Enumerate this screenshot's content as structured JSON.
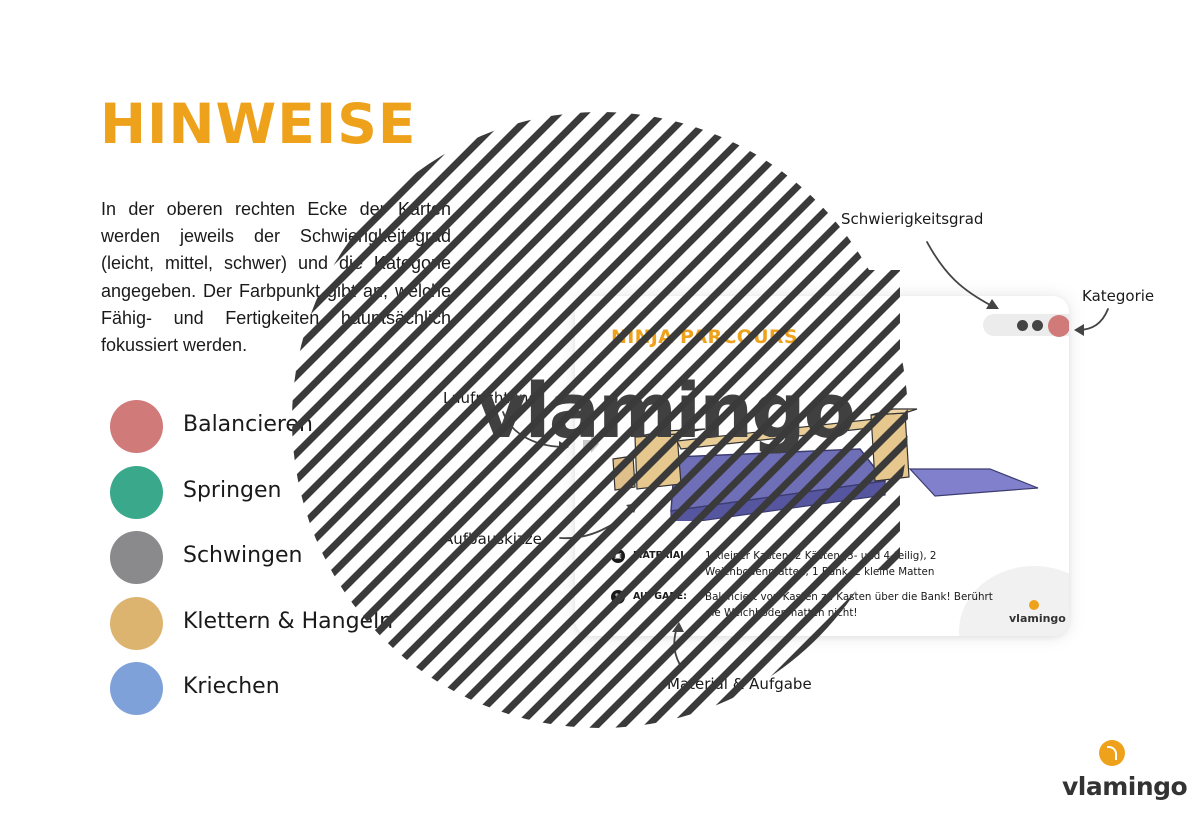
{
  "title": "HINWEISE",
  "intro": "In der oberen rechten Ecke der Karten werden jeweils der Schwierigkeitsgrad (leicht, mittel, schwer) und die Kategorie angegeben. Der Farbpunkt gibt an, welche Fähig- und Fertigkeiten hauptsächlich fokussiert werden.",
  "legend": [
    {
      "label": "Balancieren",
      "color": "#d17a7a"
    },
    {
      "label": "Springen",
      "color": "#3aa88a"
    },
    {
      "label": "Schwingen",
      "color": "#8a898b"
    },
    {
      "label": "Klettern & Hangeln",
      "color": "#ddb46f"
    },
    {
      "label": "Kriechen",
      "color": "#7ea1d9"
    }
  ],
  "card": {
    "title": "NINJA PARCOURS",
    "material_label": "MATERIAL:",
    "material_text": "1 kleiner Kasten, 2 Kästen (3- und 4-teilig), 2 Weichbodenmatten, 1 Bank, 2 kleine Matten",
    "task_label": "AUFGABE:",
    "task_text": "Balanciert von Kasten zu Kasten über die Bank! Berührt die Weichbodenmatten nicht!",
    "logo_text": "vlamingo",
    "category_color": "#d17a7a"
  },
  "callouts": {
    "difficulty": "Schwierigkeitsgrad",
    "category": "Kategorie",
    "direction": "Laufrichtung",
    "sketch": "Aufbauskizze",
    "material_task": "Material & Aufgabe"
  },
  "watermark": "vlamingo",
  "brand": "vlamingo"
}
